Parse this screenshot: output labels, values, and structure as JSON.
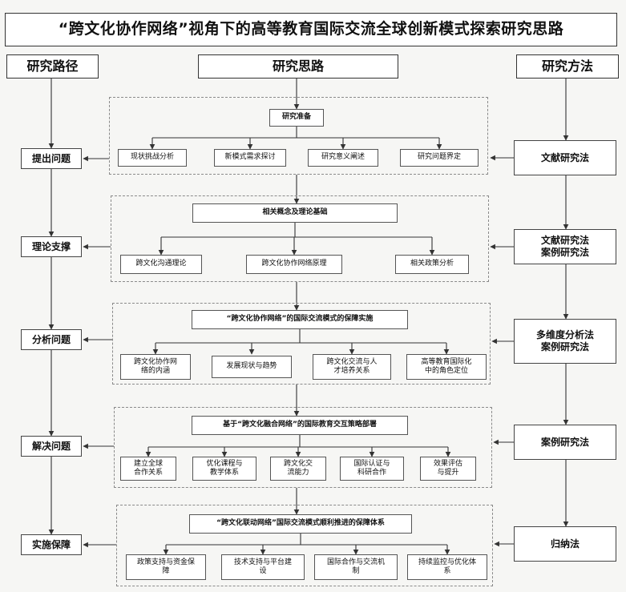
{
  "title": "“跨文化协作网络”视角下的高等教育国际交流全球创新模式探索研究思路",
  "headers": {
    "path": "研究路径",
    "thinking": "研究思路",
    "method": "研究方法"
  },
  "path_steps": [
    "提出问题",
    "理论支撑",
    "分析问题",
    "解决问题",
    "实施保障"
  ],
  "methods": [
    {
      "lines": [
        "文献研究法"
      ]
    },
    {
      "lines": [
        "文献研究法",
        "案例研究法"
      ]
    },
    {
      "lines": [
        "多维度分析法",
        "案例研究法"
      ]
    },
    {
      "lines": [
        "案例研究法"
      ]
    },
    {
      "lines": [
        "归纳法"
      ]
    }
  ],
  "sections": [
    {
      "heading": "研究准备",
      "items": [
        [
          "现状挑战分析"
        ],
        [
          "新模式需求探讨"
        ],
        [
          "研究意义阐述"
        ],
        [
          "研究问题界定"
        ]
      ]
    },
    {
      "heading": "相关概念及理论基础",
      "items": [
        [
          "跨文化沟通理论"
        ],
        [
          "跨文化协作网络原理"
        ],
        [
          "相关政策分析"
        ]
      ]
    },
    {
      "heading": "“跨文化协作网络”的国际交流模式的保障实施",
      "items": [
        [
          "跨文化协作网",
          "络的内涵"
        ],
        [
          "发展现状与趋势"
        ],
        [
          "跨文化交流与人",
          "才培养关系"
        ],
        [
          "高等教育国际化",
          "中的角色定位"
        ]
      ]
    },
    {
      "heading": "基于“跨文化融合网络”的国际教育交互策略部署",
      "items": [
        [
          "建立全球",
          "合作关系"
        ],
        [
          "优化课程与",
          "教学体系"
        ],
        [
          "跨文化交",
          "流能力"
        ],
        [
          "国际认证与",
          "科研合作"
        ],
        [
          "效果评估",
          "与提升"
        ]
      ]
    },
    {
      "heading": "“跨文化联动网络”国际交流模式顺利推进的保障体系",
      "items": [
        [
          "政策支持与资金保",
          "障"
        ],
        [
          "技术支持与平台建",
          "设"
        ],
        [
          "国际合作与交流机",
          "制"
        ],
        [
          "持续监控与优化体",
          "系"
        ]
      ]
    }
  ]
}
